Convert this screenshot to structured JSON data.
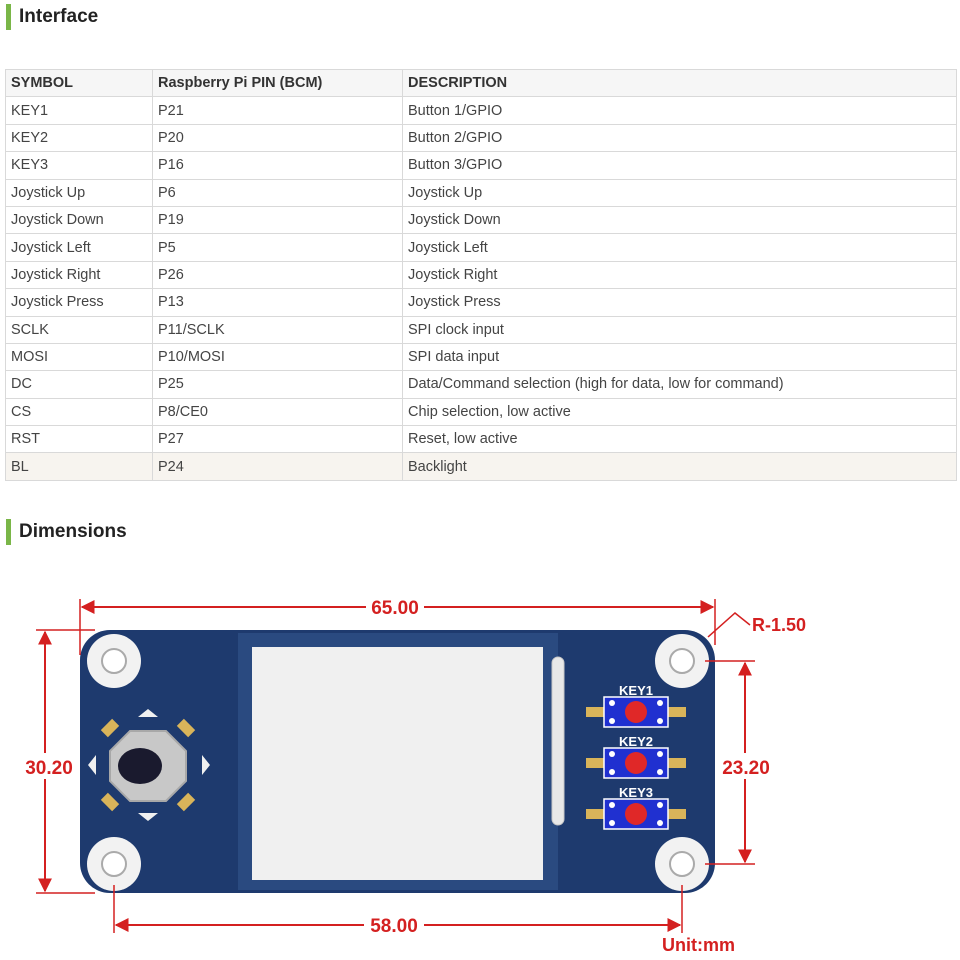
{
  "sections": {
    "interface_title": "Interface",
    "dimensions_title": "Dimensions"
  },
  "table": {
    "headers": [
      "SYMBOL",
      "Raspberry Pi PIN (BCM)",
      "DESCRIPTION"
    ],
    "rows": [
      [
        "KEY1",
        "P21",
        "Button 1/GPIO"
      ],
      [
        "KEY2",
        "P20",
        "Button 2/GPIO"
      ],
      [
        "KEY3",
        "P16",
        "Button 3/GPIO"
      ],
      [
        "Joystick Up",
        "P6",
        "Joystick Up"
      ],
      [
        "Joystick Down",
        "P19",
        "Joystick Down"
      ],
      [
        "Joystick Left",
        "P5",
        "Joystick Left"
      ],
      [
        "Joystick Right",
        "P26",
        "Joystick Right"
      ],
      [
        "Joystick Press",
        "P13",
        "Joystick Press"
      ],
      [
        "SCLK",
        "P11/SCLK",
        "SPI clock input"
      ],
      [
        "MOSI",
        "P10/MOSI",
        "SPI data input"
      ],
      [
        "DC",
        "P25",
        "Data/Command selection (high for data, low for command)"
      ],
      [
        "CS",
        "P8/CE0",
        "Chip selection, low active"
      ],
      [
        "RST",
        "P27",
        "Reset, low active"
      ],
      [
        "BL",
        "P24",
        "Backlight"
      ]
    ]
  },
  "dimensions": {
    "width_total": "65.00",
    "hole_spacing_x": "58.00",
    "height_total": "30.20",
    "hole_spacing_y": "23.20",
    "corner_radius": "R-1.50",
    "unit": "Unit:mm",
    "keys": [
      "KEY1",
      "KEY2",
      "KEY3"
    ]
  },
  "colors": {
    "accent_bar": "#7ab648",
    "pcb_blue": "#1e3a6e",
    "dimension_red": "#d42020",
    "key_button": "#2030d0",
    "key_cap": "#e02828"
  }
}
